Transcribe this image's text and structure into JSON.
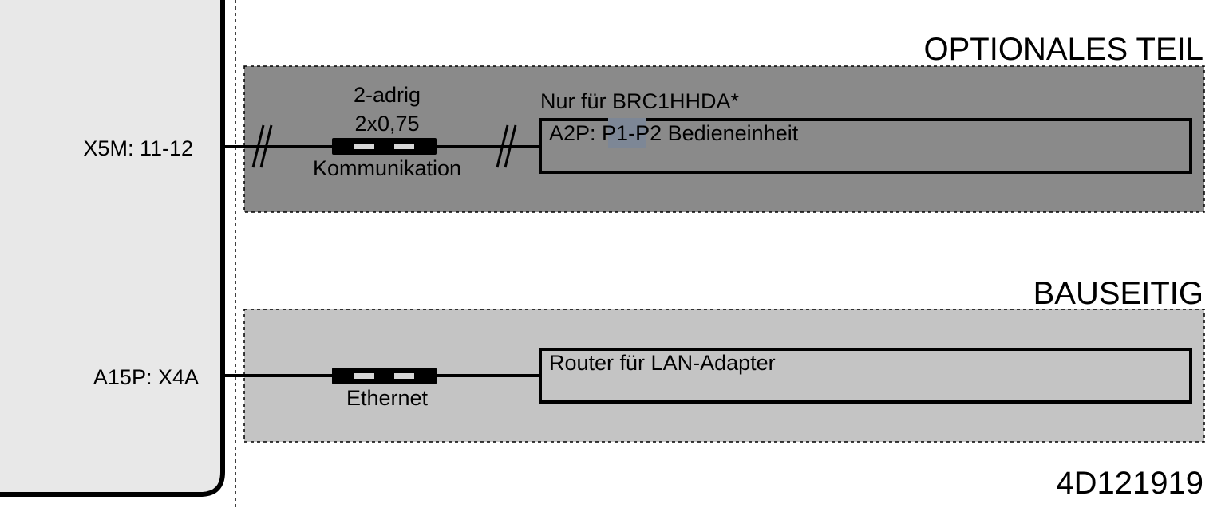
{
  "colors": {
    "background": "#ffffff",
    "unit_panel": "#e8e8e8",
    "optional_area": "#8a8a8a",
    "site_area": "#c4c4c4",
    "line": "#000000",
    "connector_window": "#d6d6d6",
    "text_highlight": "#7d8796"
  },
  "terminals": {
    "x5m": "X5M: 11-12",
    "a15p": "A15P: X4A"
  },
  "optional_section": {
    "title": "OPTIONALES TEIL",
    "cable_type": "2-adrig",
    "cable_size": "2x0,75",
    "cable_function": "Kommunikation",
    "note": "Nur für BRC1HHDA*",
    "device_prefix": "A2P: ",
    "device_highlight": "P1",
    "device_suffix": "-P2 Bedieneinheit"
  },
  "site_section": {
    "title": "BAUSEITIG",
    "cable_function": "Ethernet",
    "device": "Router für LAN-Adapter"
  },
  "document_number": "4D121919"
}
